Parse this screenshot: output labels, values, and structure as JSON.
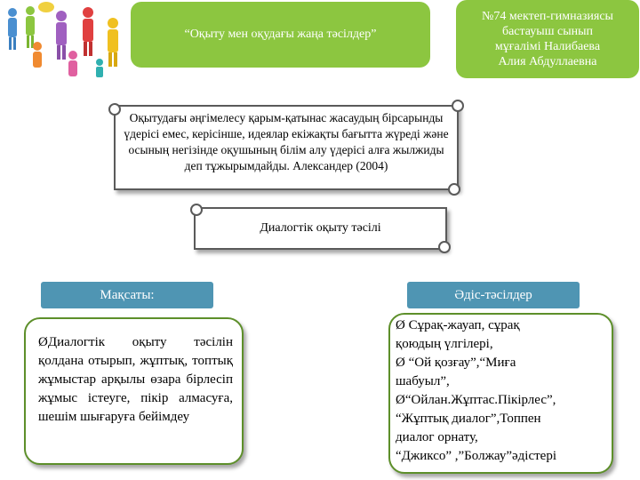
{
  "header": {
    "title": "“Оқыту мен оқудағы жаңа тәсілдер”",
    "author": [
      "№74 мектеп-гимназиясы",
      "бастауыш сынып",
      "мұғалімі Налибаева",
      "Алия Абдуллаевна"
    ]
  },
  "quote": {
    "lines": [
      "Оқытудағы әңгімелесу қарым-қатынас жасаудың бірсарынды",
      "үдерісі емес, керісінше, идеялар екіжақты бағытта жүреді және",
      "осының негізінде оқушының білім алу үдерісі алға жылжиды",
      "деп тұжырымдайды. Александер (2004)"
    ]
  },
  "method": {
    "title": "Диалогтік оқыту тәсілі"
  },
  "goal": {
    "heading": "Мақсаты:",
    "text": "Диалогтік оқыту тәсілін қолдана отырып, жұптық, топтық жұмыстар арқылы өзара бірлесіп жұмыс істеуге, пікір алмасуға, шешім шығаруға бейімдеу"
  },
  "methods": {
    "heading": "Әдіс-тәсілдер",
    "lines": [
      "Ø Сұрақ-жауап,   сұрақ",
      "   қоюдың үлгілері,",
      "Ø “Ой қозғау”,“Миға",
      "шабуыл”,",
      "Ø“Ойлан.Жұптас.Пікірлес”,",
      "   “Жұптық диалог”,Топпен",
      "     диалог  орнату,",
      "  “Джиксо” ,”Болжау”әдістері"
    ]
  },
  "colors": {
    "green": "#8cc640",
    "teal": "#4f95b3",
    "outline": "#5d8f2a"
  }
}
